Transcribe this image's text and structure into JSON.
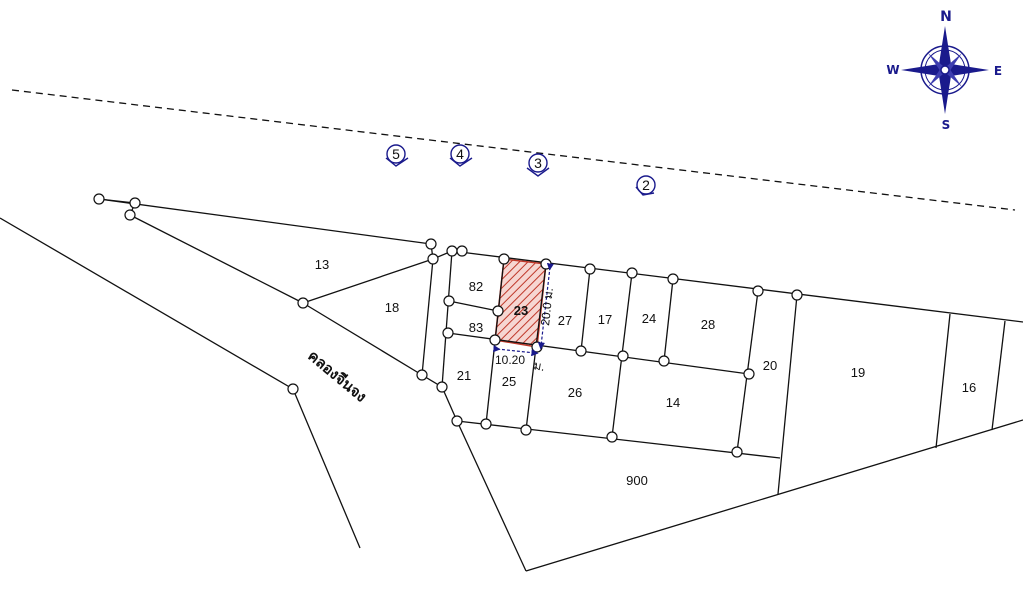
{
  "map": {
    "parcels": [
      {
        "id": "13",
        "label": "13"
      },
      {
        "id": "18",
        "label": "18"
      },
      {
        "id": "82",
        "label": "82"
      },
      {
        "id": "83",
        "label": "83"
      },
      {
        "id": "23",
        "label": "23",
        "highlighted": true
      },
      {
        "id": "27",
        "label": "27"
      },
      {
        "id": "17",
        "label": "17"
      },
      {
        "id": "24",
        "label": "24"
      },
      {
        "id": "28",
        "label": "28"
      },
      {
        "id": "21",
        "label": "21"
      },
      {
        "id": "25",
        "label": "25"
      },
      {
        "id": "26",
        "label": "26"
      },
      {
        "id": "14",
        "label": "14"
      },
      {
        "id": "20",
        "label": "20"
      },
      {
        "id": "19",
        "label": "19"
      },
      {
        "id": "16",
        "label": "16"
      },
      {
        "id": "900",
        "label": "900"
      }
    ],
    "canal_label": "คลองจีนจง",
    "dimensions": {
      "depth": "20.0 ม.",
      "width_value": "10.20",
      "width_unit": "ม."
    },
    "survey_markers": [
      "5",
      "4",
      "3",
      "2"
    ],
    "highlight_color": "#c0392b"
  },
  "compass": {
    "north": "N",
    "south": "S",
    "east": "E",
    "west": "W",
    "color": "#1a1a8c"
  }
}
